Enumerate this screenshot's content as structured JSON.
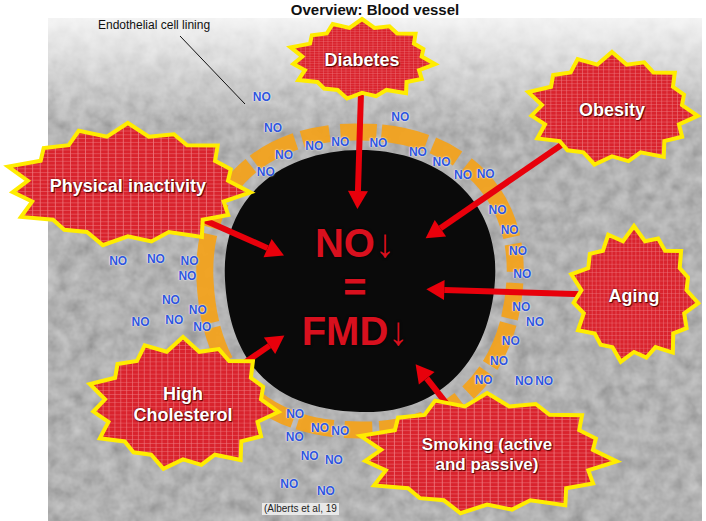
{
  "diagram": {
    "title": "Overview: Blood vessel",
    "nodes": [
      {
        "text": [
          "Diabetes"
        ]
      },
      {
        "text": [
          "Obesity"
        ]
      },
      {
        "text": [
          "Physical inactivity"
        ]
      },
      {
        "text": [
          "NO↓",
          "=",
          "FMD↓"
        ]
      },
      {
        "text": [
          "Aging"
        ]
      },
      {
        "text": [
          "High Cholesterol"
        ]
      },
      {
        "text": [
          "Smoking (active and passive)"
        ]
      }
    ],
    "edges": [
      {
        "from": 0,
        "to": 3,
        "arrow": "to"
      },
      {
        "from": 1,
        "to": 3,
        "arrow": "to"
      },
      {
        "from": 2,
        "to": 3,
        "arrow": "to"
      },
      {
        "from": 4,
        "to": 3,
        "arrow": "to"
      },
      {
        "from": 5,
        "to": 3,
        "arrow": "to"
      },
      {
        "from": 6,
        "to": 3,
        "arrow": "to"
      }
    ],
    "labels": [
      "Endothelial cell lining",
      "(Alberts et al, 19",
      "NO",
      "NO",
      "NO",
      "NO",
      "NO",
      "NO",
      "NO",
      "NO",
      "NO",
      "NO",
      "NO",
      "NO",
      "NO",
      "NO",
      "NO",
      "NO",
      "NO",
      "NO",
      "NO",
      "NO",
      "NO",
      "NO",
      "NO",
      "NO",
      "NO",
      "NO",
      "NO",
      "NO",
      "NO",
      "NO",
      "NO",
      "NO",
      "NO",
      "NO",
      "NO",
      "NO",
      "NO",
      "NO",
      "NO",
      "NO"
    ]
  }
}
